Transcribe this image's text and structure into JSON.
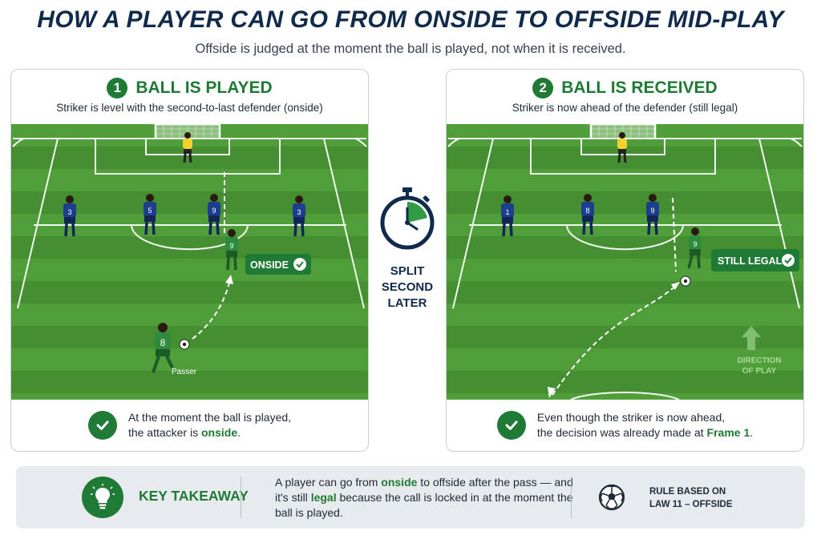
{
  "header": {
    "title": "HOW A PLAYER CAN GO FROM ONSIDE TO OFFSIDE MID-PLAY",
    "subtitle": "Offside is judged at the moment the ball is played, not when it is received."
  },
  "frame1": {
    "number": "1",
    "title": "BALL IS PLAYED",
    "description": "Striker is level with the second-to-last defender (onside)",
    "defender_numbers": [
      "3",
      "5",
      "9",
      "3"
    ],
    "striker_number": "9",
    "passer_number": "8",
    "passer_label": "Passer",
    "status_badge": "ONSIDE",
    "footer_line1": "At the moment the ball is played,",
    "footer_line2_prefix": "the attacker is ",
    "footer_highlight": "onside",
    "footer_line2_suffix": "."
  },
  "middle": {
    "line1": "SPLIT",
    "line2": "SECOND",
    "line3": "LATER"
  },
  "frame2": {
    "number": "2",
    "title": "BALL IS RECEIVED",
    "description": "Striker is now ahead of the defender (still legal)",
    "defender_numbers": [
      "1",
      "8",
      "9"
    ],
    "striker_number": "9",
    "status_badge": "STILL LEGAL",
    "direction_line1": "DIRECTION",
    "direction_line2": "OF PLAY",
    "footer_line1": "Even though the striker is now ahead,",
    "footer_line2_prefix": "the decision was already made at ",
    "footer_highlight": "Frame 1",
    "footer_line2_suffix": "."
  },
  "takeaway": {
    "title": "KEY TAKEAWAY",
    "text_part1": "A player can go from ",
    "text_highlight1": "onside",
    "text_part2": " to offside after the pass — and it's still ",
    "text_highlight2": "legal",
    "text_part3": " because the call is locked in at the moment the ball is played.",
    "law_line1": "RULE BASED ON",
    "law_line2": "LAW 11 – OFFSIDE"
  },
  "colors": {
    "accent_green": "#1f7a35",
    "title_navy": "#0f2a4a",
    "pitch_light": "#4f9e39",
    "pitch_dark": "#418d2f",
    "defender_blue": "#1d3d8f",
    "goalkeeper_yellow": "#f2d22e"
  },
  "icons": [
    "stopwatch-icon",
    "check-icon",
    "lightbulb-icon",
    "soccer-ball-icon",
    "arrow-up-icon"
  ]
}
